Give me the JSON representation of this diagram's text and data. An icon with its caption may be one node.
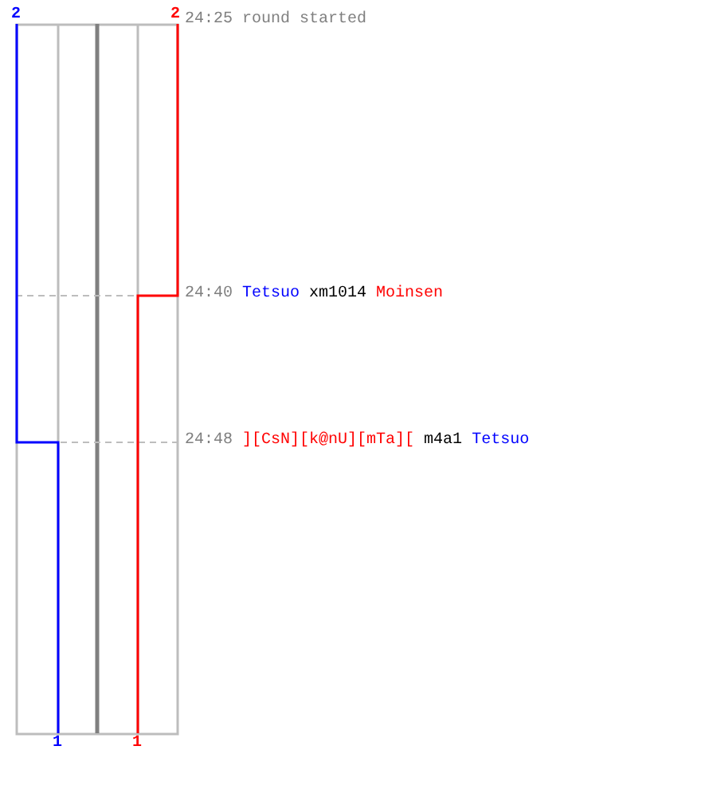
{
  "diagram": {
    "labels": [
      "2",
      "2",
      "24:25 round started",
      "24:40",
      "Tetsuo",
      "xm1014",
      "Moinsen",
      "24:48",
      "][CsN][k@nU][mTa][",
      "m4a1",
      "Tetsuo",
      "1",
      "1"
    ]
  }
}
